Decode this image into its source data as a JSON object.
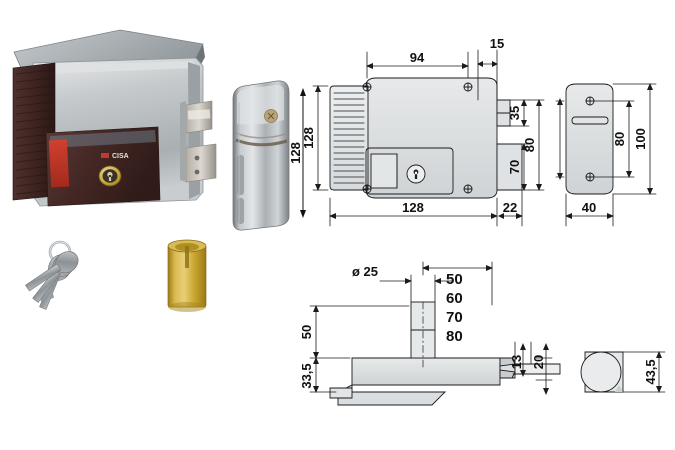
{
  "document": {
    "type": "product-technical-datasheet",
    "background_color": "#ffffff",
    "units_note": "mm"
  },
  "photo": {
    "lock_body": {
      "name": "electric rim lock",
      "brand_text": "CISA",
      "case_color": "#b9bcbe",
      "cover_color": "#9aa0a3",
      "faceplate_color": "#4a2f2c",
      "accent_color": "#c0392b"
    },
    "keeper": {
      "name": "strike keeper",
      "dimension_label": "128"
    },
    "keys": {
      "name": "key set",
      "count": 3
    },
    "cylinder": {
      "name": "brass cylinder",
      "color": "#c9a227"
    }
  },
  "drawings": {
    "front_view": {
      "title": "front view",
      "dimensions": {
        "hole_spacing_top": "94",
        "strike_offset_top": "15",
        "height_overall": "128",
        "width_body": "128",
        "strike_width": "22",
        "latch_upper": "35",
        "latch_lower": "70",
        "strike_height": "80"
      }
    },
    "side_view": {
      "title": "strike plate view",
      "dimensions": {
        "hole_spacing": "80",
        "plate_height": "100",
        "plate_width": "40"
      }
    },
    "section_view": {
      "title": "section view",
      "dimensions": {
        "cylinder_diameter": "ø 25",
        "backset_upper": "50",
        "backset_lower": "33,5",
        "plate_thickness": "13",
        "strike_depth": "20",
        "knob_diameter": "43,5"
      },
      "cylinder_length_options": [
        "50",
        "60",
        "70",
        "80"
      ]
    }
  }
}
